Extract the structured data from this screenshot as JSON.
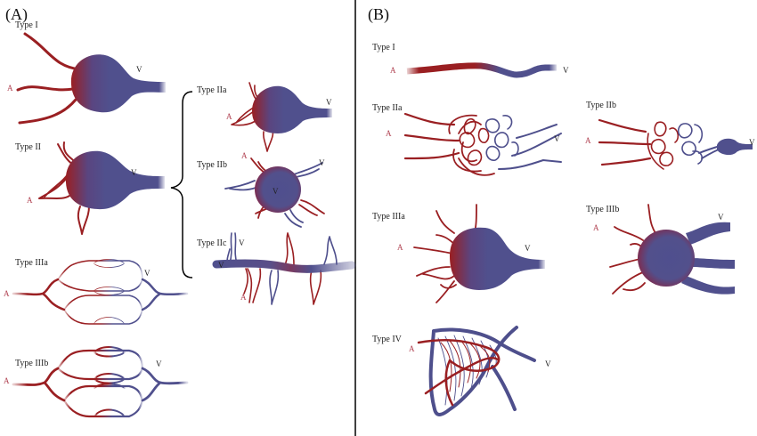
{
  "figure": {
    "panels": [
      {
        "label": "(A)"
      },
      {
        "label": "(B)"
      }
    ],
    "colors": {
      "artery": "#9a1f22",
      "vein": "#4e4f8c",
      "artery_label": "#b04050",
      "divider": "#000000"
    },
    "panel_a": {
      "type_i": {
        "title": "Type I",
        "a": "A",
        "v": "V"
      },
      "type_ii": {
        "title": "Type II",
        "a": "A",
        "v": "V"
      },
      "type_iia": {
        "title": "Type IIa",
        "a": "A",
        "v": "V"
      },
      "type_iib": {
        "title": "Type IIb",
        "a": "A",
        "v_top": "V",
        "v_center": "V"
      },
      "type_iic": {
        "title": "Type IIc",
        "a": "A",
        "v_top": "V",
        "v_left": "V"
      },
      "type_iiia": {
        "title": "Type IIIa",
        "a": "A",
        "v": "V"
      },
      "type_iiib": {
        "title": "Type IIIb",
        "a": "A",
        "v": "V"
      }
    },
    "panel_b": {
      "type_i": {
        "title": "Type I",
        "a": "A",
        "v": "V"
      },
      "type_iia": {
        "title": "Type IIa",
        "a": "A",
        "v": "V"
      },
      "type_iib": {
        "title": "Type IIb",
        "a": "A",
        "v": "V"
      },
      "type_iiia": {
        "title": "Type IIIa",
        "a": "A",
        "v": "V"
      },
      "type_iiib": {
        "title": "Type IIIb",
        "a": "A",
        "v": "V"
      },
      "type_iv": {
        "title": "Type IV",
        "a": "A",
        "v": "V"
      }
    }
  }
}
